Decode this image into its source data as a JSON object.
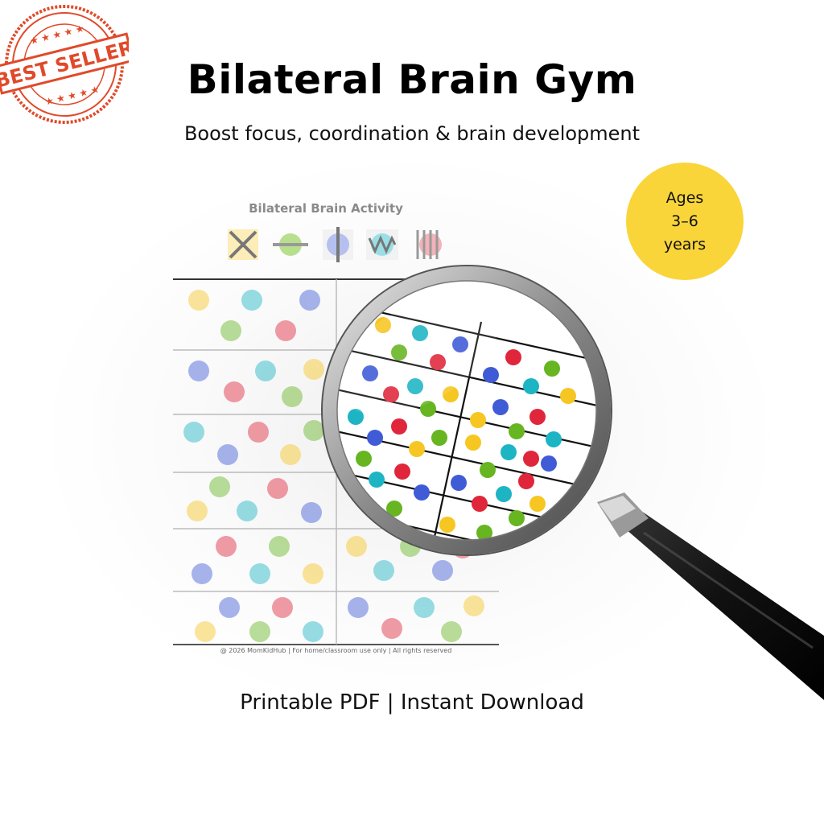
{
  "stamp": {
    "text": "BEST SELLER",
    "color": "#e04a2a"
  },
  "header": {
    "title": "Bilateral Brain Gym",
    "subtitle": "Boost focus, coordination & brain development"
  },
  "age_badge": {
    "line1": "Ages",
    "line2": "3–6",
    "line3": "years",
    "color": "#f9d53a"
  },
  "worksheet": {
    "title": "Bilateral Brain Activity",
    "footer": "@ 2026 MomKidHub | For home/classroom use only | All rights reserved"
  },
  "footer": {
    "text": "Printable PDF | Instant Download"
  },
  "colors": {
    "yellow": "#f6c623",
    "teal": "#1db4c4",
    "blue": "#3f5bd6",
    "green": "#66b521",
    "red": "#e0263b",
    "pink": "#ee9aa4"
  }
}
